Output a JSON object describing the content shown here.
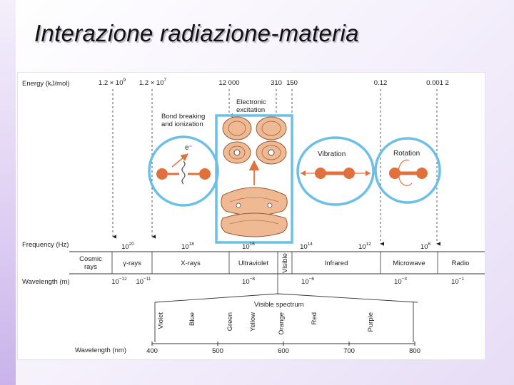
{
  "slide": {
    "title": "Interazione radiazione-materia"
  },
  "figure": {
    "energy": {
      "label": "Energy (kJ/mol)",
      "ticks": [
        {
          "mant": "1.2 × 10",
          "exp": "9"
        },
        {
          "mant": "1.2 × 10",
          "exp": "7"
        },
        {
          "mant": "12 000",
          "exp": ""
        },
        {
          "mant": "310",
          "exp": ""
        },
        {
          "mant": "150",
          "exp": ""
        },
        {
          "mant": "0.12",
          "exp": ""
        },
        {
          "mant": "0.001 2",
          "exp": ""
        }
      ]
    },
    "effects": {
      "bond_breaking": "Bond breaking\nand ionization",
      "electron_symbol": "e⁻",
      "electronic_excitation": "Electronic\nexcitation",
      "vibration": "Vibration",
      "rotation": "Rotation"
    },
    "frequency": {
      "label": "Frequency (Hz)",
      "ticks": [
        {
          "mant": "10",
          "exp": "20"
        },
        {
          "mant": "10",
          "exp": "18"
        },
        {
          "mant": "10",
          "exp": "16"
        },
        {
          "mant": "10",
          "exp": "14"
        },
        {
          "mant": "10",
          "exp": "12"
        },
        {
          "mant": "10",
          "exp": "8"
        }
      ]
    },
    "regions": [
      "Cosmic\nrays",
      "γ-rays",
      "X-rays",
      "Ultraviolet",
      "Visible",
      "Infrared",
      "Microwave",
      "Radio"
    ],
    "wavelength_m": {
      "label": "Wavelength (m)",
      "ticks": [
        {
          "mant": "10",
          "exp": "−12"
        },
        {
          "mant": "10",
          "exp": "−11"
        },
        {
          "mant": "10",
          "exp": "−8"
        },
        {
          "mant": "10",
          "exp": "−6"
        },
        {
          "mant": "10",
          "exp": "−3"
        },
        {
          "mant": "10",
          "exp": "−1"
        }
      ]
    },
    "visible_spectrum": {
      "label": "Visible spectrum",
      "colors": [
        "Violet",
        "Blue",
        "Green",
        "Yellow",
        "Orange",
        "Red",
        "Purple"
      ]
    },
    "wavelength_nm": {
      "label": "Wavelength (nm)",
      "ticks": [
        "400",
        "500",
        "600",
        "700",
        "800"
      ]
    },
    "accent_colors": {
      "highlight": "#6cbfe6",
      "molecule": "#e0703c",
      "lobe": "#efb994"
    }
  }
}
